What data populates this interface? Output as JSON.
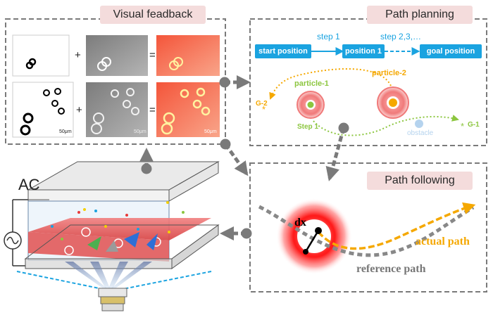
{
  "panels": {
    "visual_feedback": "Visual feadback",
    "path_planning": "Path planning",
    "path_following": "Path following"
  },
  "visual_feedback": {
    "plus": "+",
    "equals": "=",
    "scale": "50μm"
  },
  "path_planning": {
    "start": "start position",
    "position1": "position 1",
    "goal": "goal position",
    "step1": "step 1",
    "step_more": "step 2,3,…",
    "particle1": "particle-1",
    "particle2": "particle-2",
    "g2": "G-2",
    "g1": "G-1",
    "step1_label": "Step 1",
    "obstacle": "obstacle"
  },
  "setup": {
    "ac": "AC"
  },
  "path_following": {
    "dx": "dx",
    "actual": "actual path",
    "reference": "reference path"
  },
  "colors": {
    "accent_blue": "#1aa3e0",
    "particle_red": "#e83a3a",
    "path_orange": "#f5a800",
    "path_green": "#8cc63f",
    "panel_tag": "#f4dcdc",
    "dashed_gray": "#7a7a7a"
  }
}
